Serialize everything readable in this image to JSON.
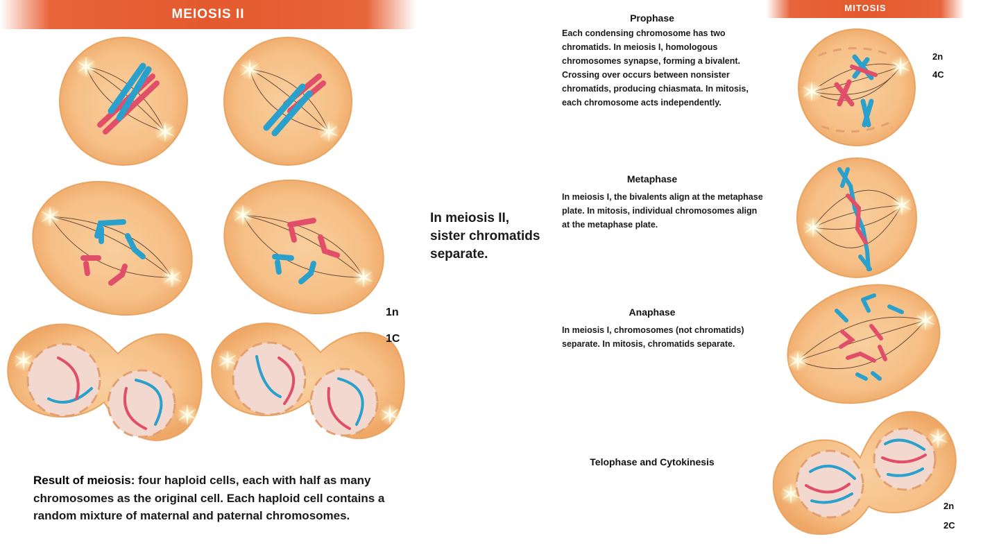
{
  "left_banner": "MEIOSIS II",
  "right_banner": "MITOSIS",
  "meiosis_note": "In meiosis II, sister chromatids separate.",
  "meiosis_ploidy": {
    "n": "1n",
    "c": "1C"
  },
  "result": {
    "lead": "Result of meiosis:",
    "text": " four haploid cells, each with half as many chromosomes as the original cell. Each haploid cell contains a random mixture of maternal and paternal chromosomes."
  },
  "phases": [
    {
      "title": "Prophase",
      "body": "Each condensing chromosome has two chromatids. In meiosis I, homologous chromosomes synapse, forming a bivalent.  Crossing over occurs between nonsister chromatids, producing chiasmata. In mitosis, each chromosome acts independently."
    },
    {
      "title": "Metaphase",
      "body": "In meiosis I, the bivalents align at the metaphase plate. In mitosis, individual chromosomes align at the metaphase plate."
    },
    {
      "title": "Anaphase",
      "body": "In meiosis I, chromosomes (not chromatids) separate. In mitosis, chromatids separate."
    },
    {
      "title": "Telophase and Cytokinesis",
      "body": ""
    }
  ],
  "mitosis_ploidy_top": {
    "n": "2n",
    "c": "4C"
  },
  "mitosis_ploidy_bottom": {
    "n": "2n",
    "c": "2C"
  },
  "colors": {
    "banner": "#e35a2e",
    "cell_fill": "#f7c089",
    "cell_edge": "#e8a05e",
    "maternal": "#e04e6a",
    "paternal": "#2aa0cc",
    "nucleus": "#f3d8cf"
  }
}
